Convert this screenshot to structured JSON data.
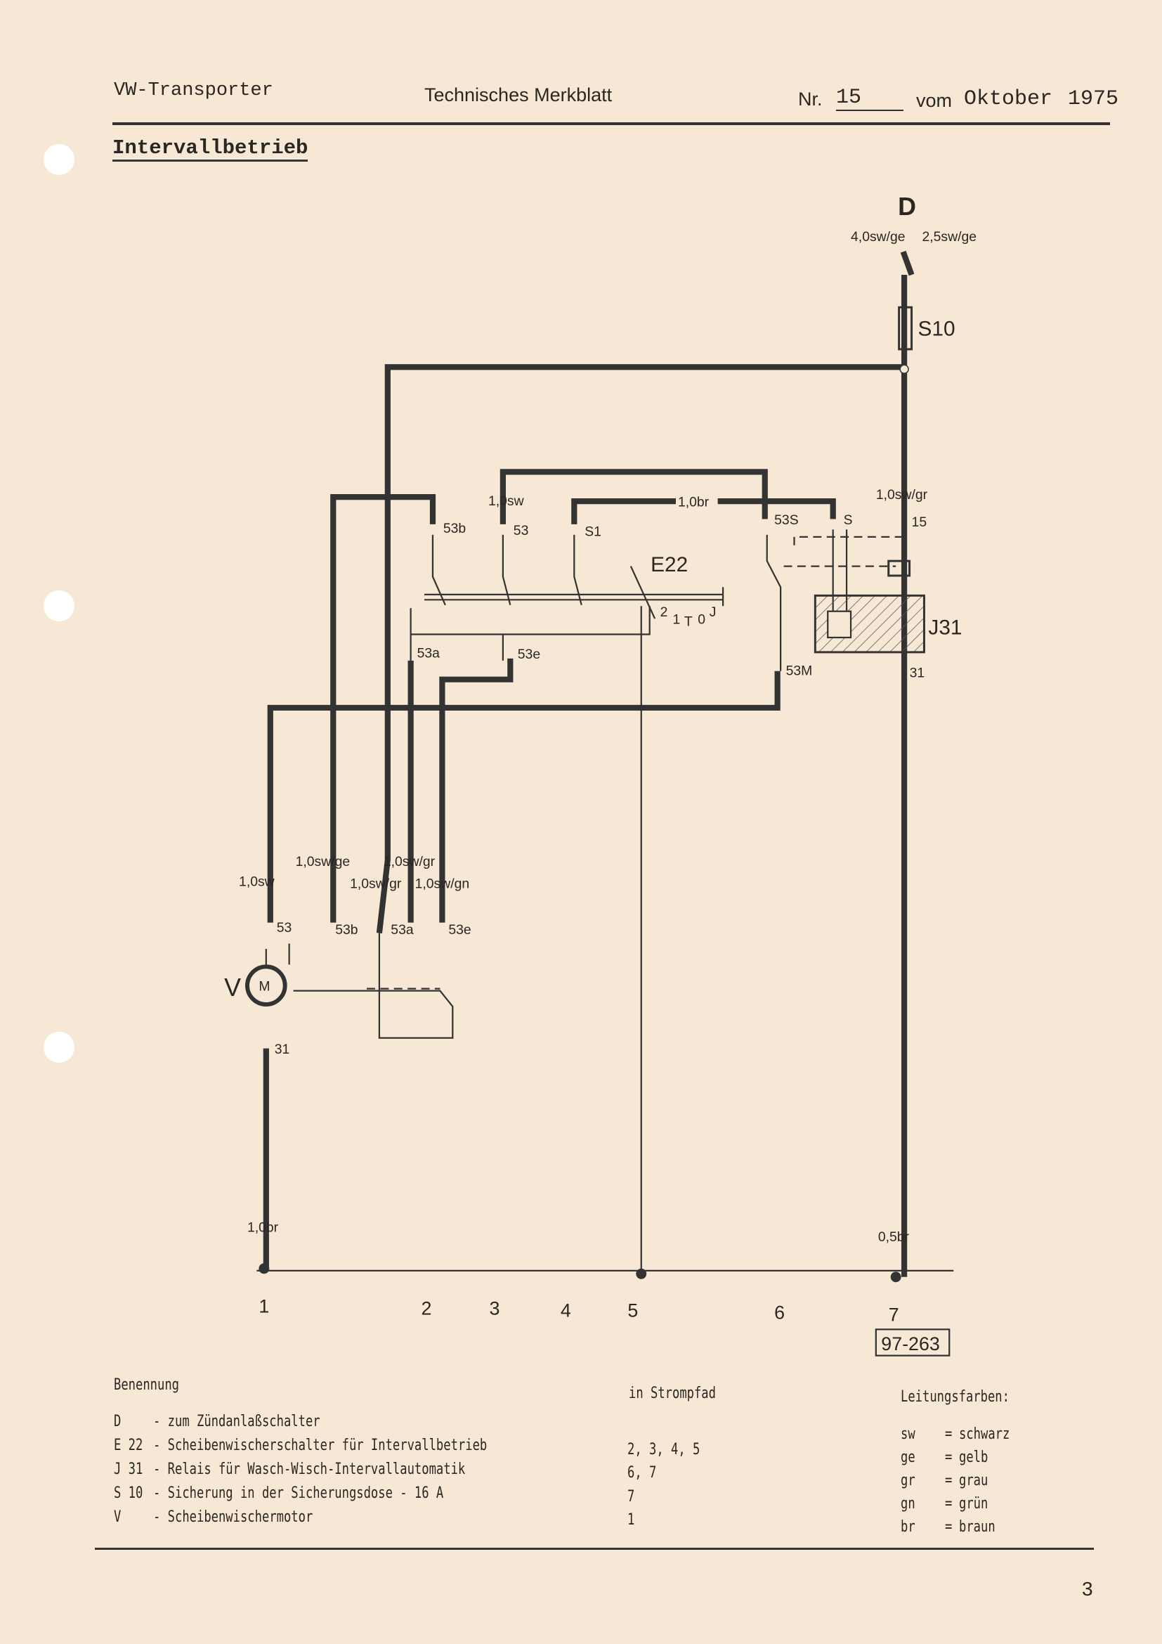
{
  "header": {
    "vehicle": "VW-Transporter",
    "doc_type": "Technisches Merkblatt",
    "nr_label": "Nr.",
    "nr": "15",
    "date_label": "vom",
    "month": "Oktober",
    "year": "1975"
  },
  "title": "Intervallbetrieb",
  "diagram": {
    "D": "D",
    "S10": "S10",
    "E22": "E22",
    "J31": "J31",
    "V": "V",
    "M": "M",
    "wires": {
      "d1": "4,0sw/ge",
      "d2": "2,5sw/ge",
      "w15": "1,0sw/gr",
      "sw_top": "1,0sw",
      "br_top": "1,0br",
      "m_sw": "1,0sw",
      "m_swge": "1,0sw/ge",
      "m_swgr1": "1,0sw/gr",
      "m_swgr2": "1,0sw/gr",
      "m_swgn": "1,0sw/gn",
      "gnd1": "1,0br",
      "gnd7": "0,5br"
    },
    "terminals": {
      "t53b": "53b",
      "t53": "53",
      "tS1": "S1",
      "t53S": "53S",
      "tS": "S",
      "t15": "15",
      "t53a": "53a",
      "t53e": "53e",
      "t53M": "53M",
      "t31r": "31",
      "m53": "53",
      "m53b": "53b",
      "m53a": "53a",
      "m53e": "53e",
      "m31": "31"
    },
    "switch_positions": {
      "p2": "2",
      "p1": "1",
      "pT": "T",
      "p0": "0",
      "pJ": "J"
    },
    "paths": [
      "1",
      "2",
      "3",
      "4",
      "5",
      "6",
      "7"
    ],
    "ref": "97-263"
  },
  "legend": {
    "heading": "Benennung",
    "path_heading": "in Strompfad",
    "colors_heading": "Leitungsfarben:",
    "items": [
      {
        "code": "D",
        "desc": "- zum Zündanlaßschalter",
        "path": ""
      },
      {
        "code": "E 22",
        "desc": "- Scheibenwischerschalter für Intervallbetrieb",
        "path": "2, 3, 4, 5"
      },
      {
        "code": "J 31",
        "desc": "- Relais für Wasch-Wisch-Intervallautomatik",
        "path": "6, 7"
      },
      {
        "code": "S 10",
        "desc": "- Sicherung in der Sicherungsdose - 16 A",
        "path": "7"
      },
      {
        "code": "V",
        "desc": "- Scheibenwischermotor",
        "path": "1"
      }
    ],
    "colors": [
      {
        "abbr": "sw",
        "name": "schwarz"
      },
      {
        "abbr": "ge",
        "name": "gelb"
      },
      {
        "abbr": "gr",
        "name": "grau"
      },
      {
        "abbr": "gn",
        "name": "grün"
      },
      {
        "abbr": "br",
        "name": "braun"
      }
    ]
  },
  "page_number": "3"
}
